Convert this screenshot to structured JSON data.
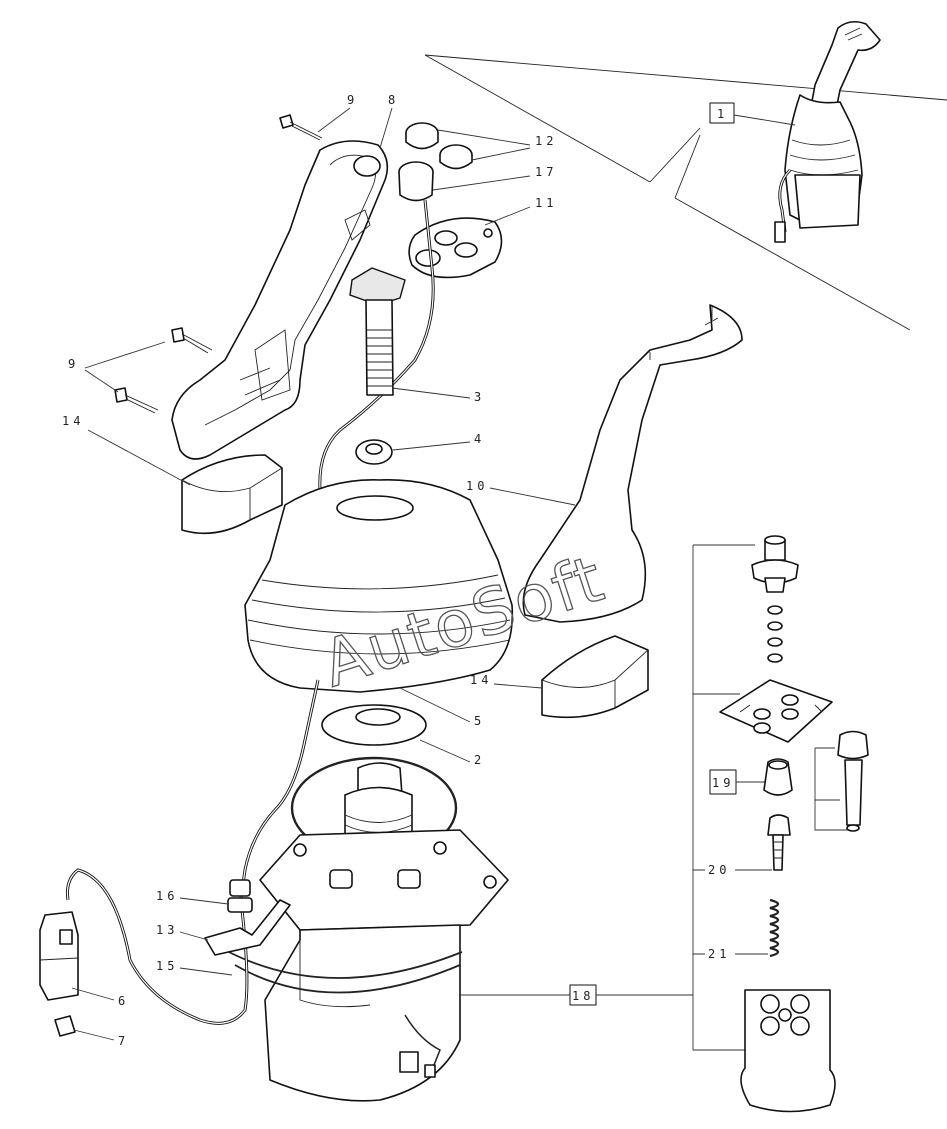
{
  "watermark": "AutoSoft",
  "callouts": {
    "c1": "1",
    "c2": "2",
    "c3": "3",
    "c4": "4",
    "c5": "5",
    "c6": "6",
    "c7": "7",
    "c8": "8",
    "c9a": "9",
    "c9b": "9",
    "c10": "10",
    "c11": "11",
    "c12": "12",
    "c13": "13",
    "c14a": "14",
    "c14b": "14",
    "c15": "15",
    "c16": "16",
    "c17": "17",
    "c18": "18",
    "c19": "19",
    "c20": "20",
    "c21": "21"
  }
}
